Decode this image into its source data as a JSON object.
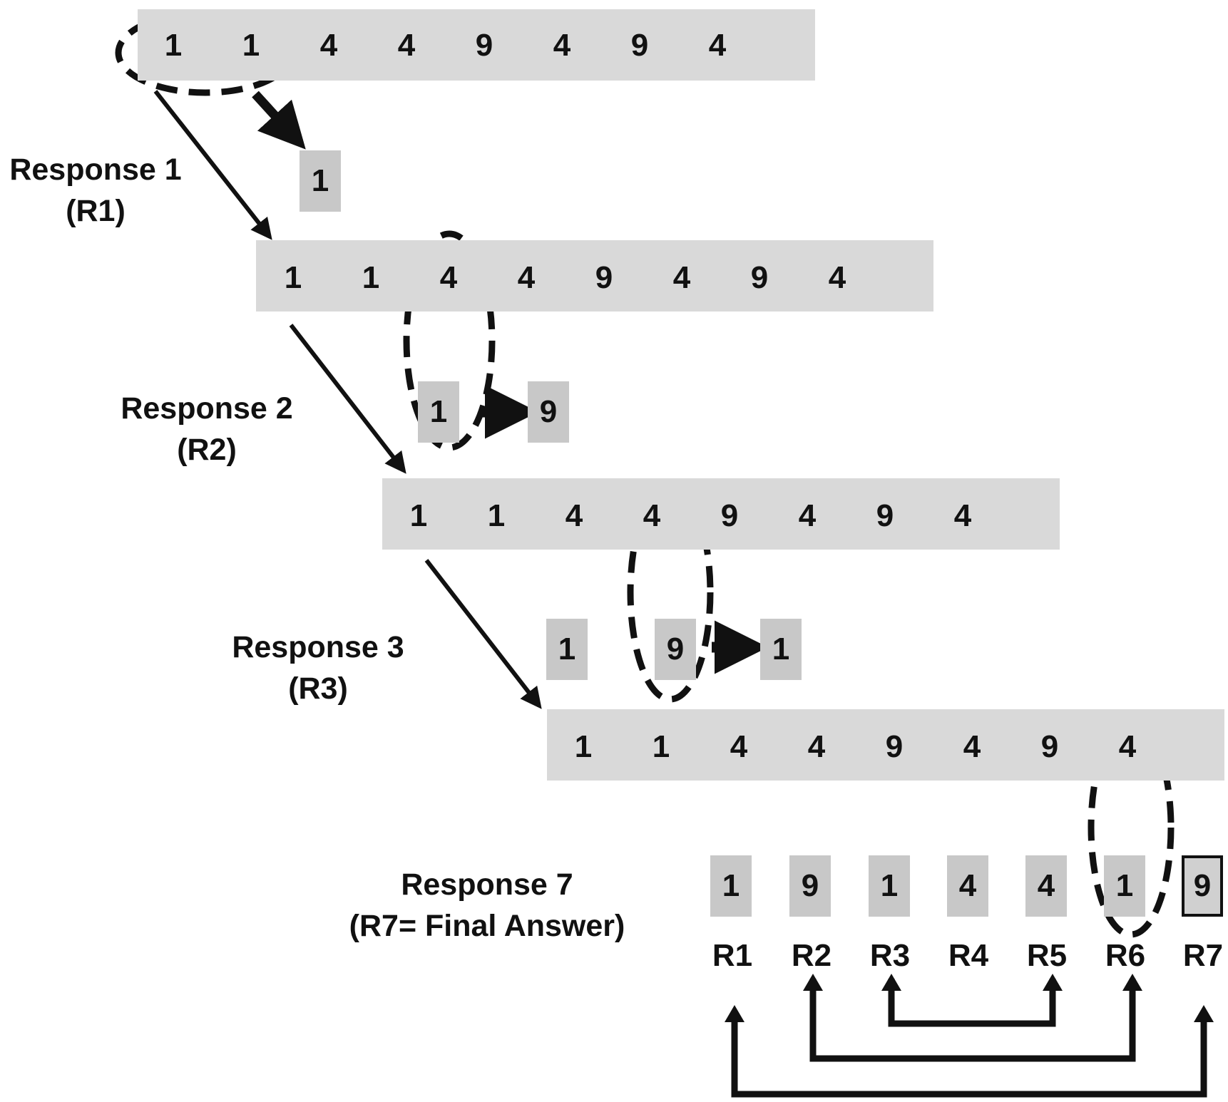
{
  "sequence": [
    "1",
    "1",
    "4",
    "4",
    "9",
    "4",
    "9",
    "4"
  ],
  "responses": [
    {
      "title": "Response 1",
      "code": "(R1)"
    },
    {
      "title": "Response 2",
      "code": "(R2)"
    },
    {
      "title": "Response 3",
      "code": "(R3)"
    },
    {
      "title": "Response 7",
      "code": "(R7= Final Answer)"
    }
  ],
  "response_boxes": {
    "r1": [
      "1"
    ],
    "r2": [
      "1",
      "9"
    ],
    "r3": [
      "1",
      "9",
      "1"
    ]
  },
  "final_answers": [
    "1",
    "9",
    "1",
    "4",
    "4",
    "1",
    "9"
  ],
  "final_labels": [
    "R1",
    "R2",
    "R3",
    "R4",
    "R5",
    "R6",
    "R7"
  ],
  "colors": {
    "bar": "#d9d9d9",
    "box": "#c8c8c8",
    "ink": "#111111"
  }
}
